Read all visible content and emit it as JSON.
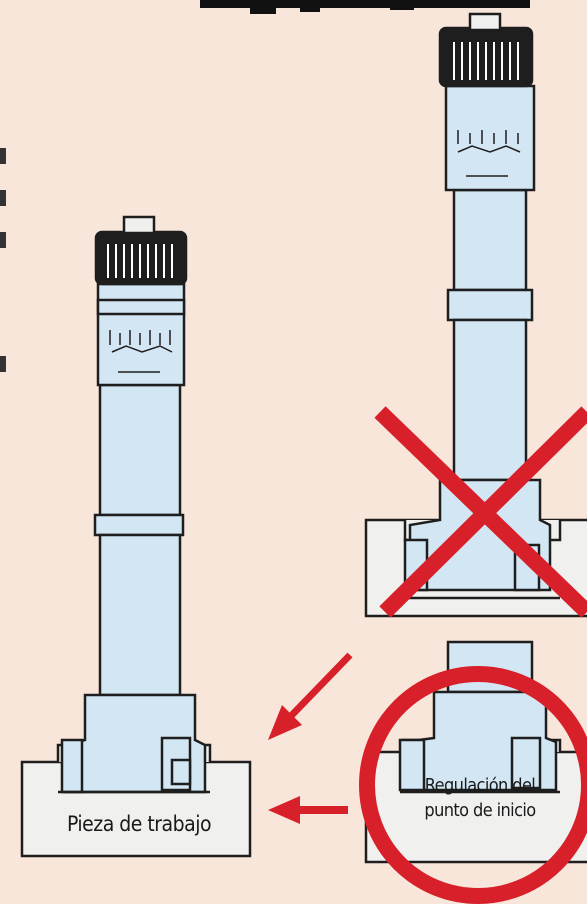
{
  "labels": {
    "workpiece": "Pieza de trabajo",
    "start_point_line1": "Regulación del",
    "start_point_line2": "punto de inicio"
  },
  "colors": {
    "background": "#f9e6da",
    "instrument_body": "#d3e6f3",
    "knob": "#1e1e1e",
    "fixture": "#f0f0ee",
    "outline": "#1e1e1e",
    "mark_red": "#d8202a"
  },
  "marks": {
    "wrong": "x-cross",
    "correct": "circle"
  }
}
